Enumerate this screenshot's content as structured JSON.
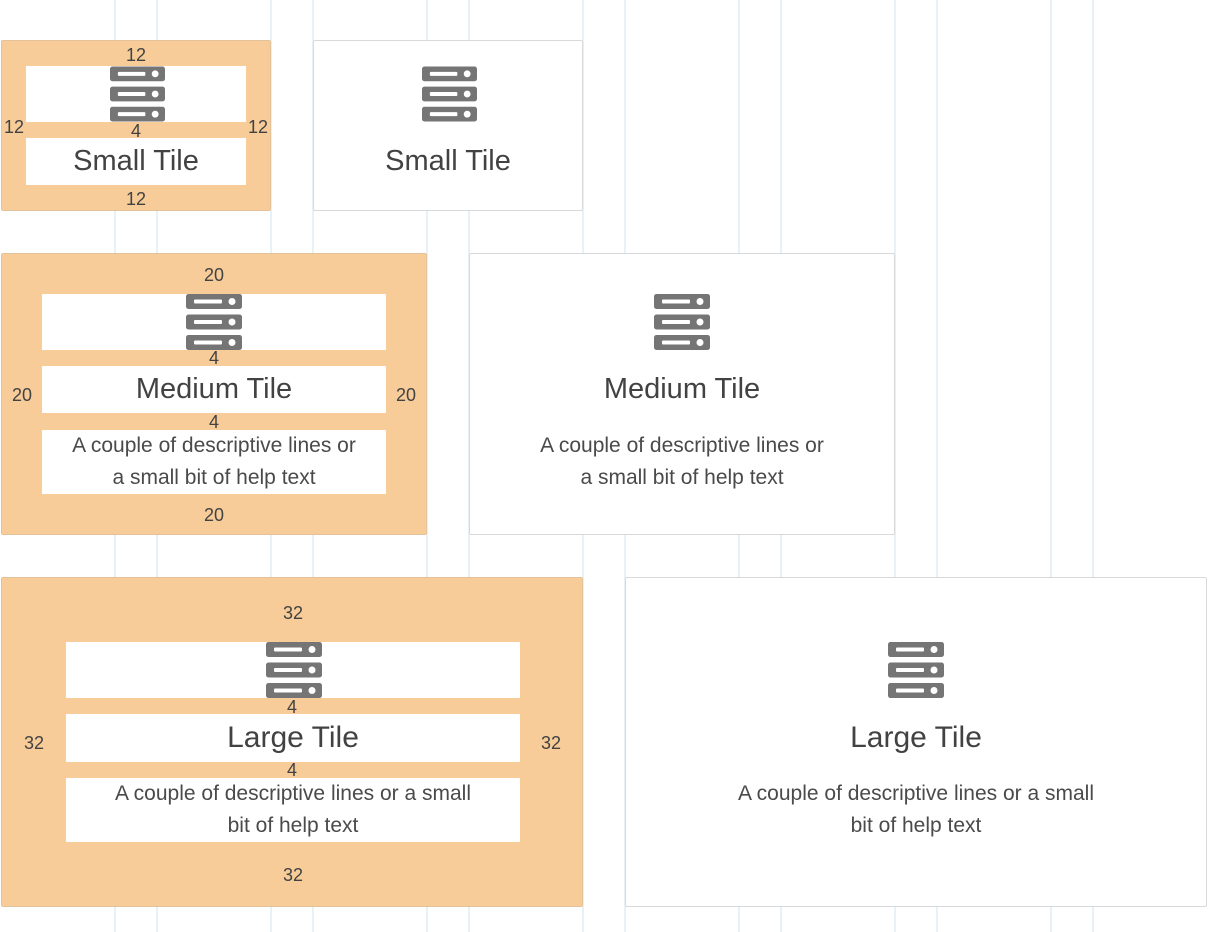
{
  "colors": {
    "spacing_overlay": "#f7cc98",
    "tile_background": "#ffffff",
    "tile_border": "#d9d9d9",
    "text": "#424242",
    "icon": "#757575",
    "gridline": "#e6f1f8"
  },
  "icon_name": "server-icon",
  "tiles": {
    "small": {
      "title": "Small Tile",
      "padding_label": "12",
      "gap_label": "4"
    },
    "medium": {
      "title": "Medium Tile",
      "description_line1": "A couple of descriptive lines or",
      "description_line2": "a small bit of help text",
      "padding_label": "20",
      "gap_label": "4"
    },
    "large": {
      "title": "Large Tile",
      "description_line1": "A couple of descriptive lines or a small",
      "description_line2": "bit of help text",
      "padding_label": "32",
      "gap_label": "4"
    }
  }
}
